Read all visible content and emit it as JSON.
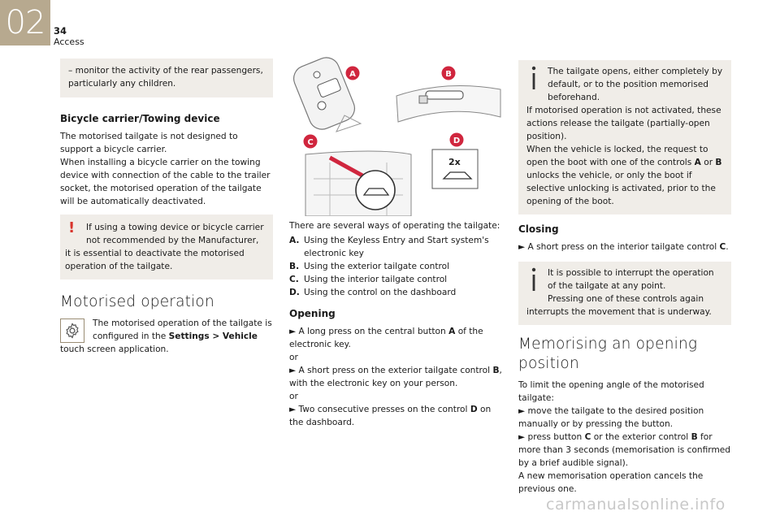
{
  "header": {
    "chapter": "02",
    "page_number": "34",
    "section": "Access"
  },
  "col1": {
    "note_text": "– monitor the activity of the rear passengers, particularly any children.",
    "bike_heading": "Bicycle carrier/Towing device",
    "bike_p1": "The motorised tailgate is not designed to support a bicycle carrier.",
    "bike_p2": "When installing a bicycle carrier on the towing device with connection of the cable to the trailer socket, the motorised operation of the tailgate will be automatically deactivated.",
    "warning_icon": "!",
    "warning_text": "If using a towing device or bicycle carrier not recommended by the Manufacturer, it is essential to deactivate the motorised operation of the tailgate.",
    "motor_heading": "Motorised operation",
    "motor_text_1": "The motorised operation of the tailgate is configured in the ",
    "motor_text_bold": "Settings > Vehicle",
    "motor_text_2": " touch screen application."
  },
  "figure": {
    "labels": [
      "A",
      "B",
      "C",
      "D"
    ],
    "d_badge": "2x",
    "accent_color": "#d0263e"
  },
  "col2": {
    "intro": "There are several ways of operating the tailgate:",
    "items": [
      {
        "key": "A.",
        "text": "Using the Keyless Entry and Start system's electronic key"
      },
      {
        "key": "B.",
        "text": "Using the exterior tailgate control"
      },
      {
        "key": "C.",
        "text": "Using the interior tailgate control"
      },
      {
        "key": "D.",
        "text": "Using the control on the dashboard"
      }
    ],
    "opening_heading": "Opening",
    "step1_pre": "► A long press on the central button ",
    "step1_bold": "A",
    "step1_post": " of the electronic key.",
    "or1": "or",
    "step2_pre": "► A short press on the exterior tailgate control ",
    "step2_bold": "B",
    "step2_post": ", with the electronic key on your person.",
    "or2": "or",
    "step3_pre": "► Two consecutive presses on the control ",
    "step3_bold": "D",
    "step3_post": " on the dashboard."
  },
  "col3": {
    "info1_line1": "The tailgate opens, either completely by default, or to the position memorised beforehand.",
    "info1_p2_pre": "If motorised operation is not activated, these actions release the tailgate (partially-open position).",
    "info1_p3_pre": "When the vehicle is locked, the request to open the boot with one of the controls ",
    "info1_p3_b1": "A",
    "info1_p3_mid": " or ",
    "info1_p3_b2": "B",
    "info1_p3_post": " unlocks the vehicle, or only the boot if selective unlocking is activated, prior to the opening of the boot.",
    "closing_heading": "Closing",
    "closing_pre": "► A short press on the interior tailgate control ",
    "closing_bold": "C",
    "closing_post": ".",
    "info2_line1": "It is possible to interrupt the operation of the tailgate at any point.",
    "info2_p2": "Pressing one of these controls again interrupts the movement that is underway.",
    "mem_heading": "Memorising an opening position",
    "mem_p1": "To limit the opening angle of the motorised tailgate:",
    "mem_s1": "► move the tailgate to the desired position manually or by pressing the button.",
    "mem_s2_pre": "► press button ",
    "mem_s2_b1": "C",
    "mem_s2_mid": " or the exterior control ",
    "mem_s2_b2": "B",
    "mem_s2_post": " for more than 3 seconds (memorisation is confirmed by a brief audible signal).",
    "mem_p_last": "A new memorisation operation cancels the previous one."
  },
  "footer": {
    "watermark": "carmanualsonline.info"
  }
}
